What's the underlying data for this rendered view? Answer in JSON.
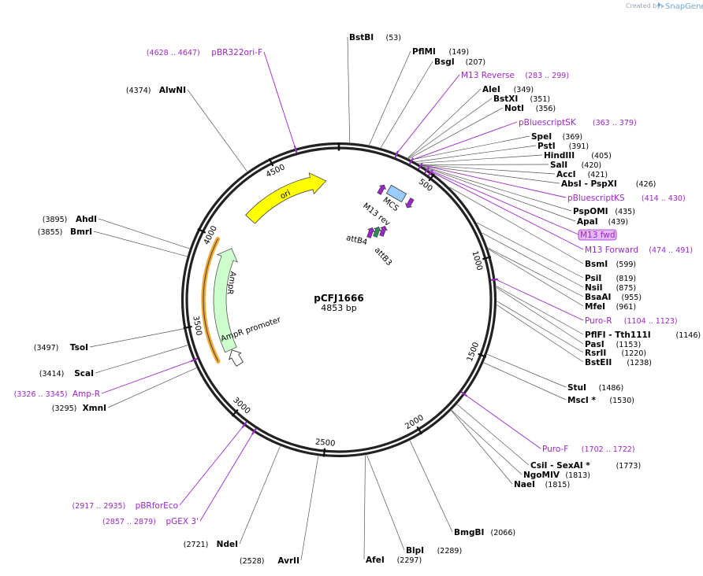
{
  "plasmid": {
    "name": "pCFJ1666",
    "size": "4853 bp",
    "length": 4853
  },
  "branding": {
    "created_by": "Created by",
    "product": "SnapGene"
  },
  "ticks": [
    {
      "pos": 500,
      "label": "500"
    },
    {
      "pos": 1000,
      "label": "1000"
    },
    {
      "pos": 1500,
      "label": "1500"
    },
    {
      "pos": 2000,
      "label": "2000"
    },
    {
      "pos": 2500,
      "label": "2500"
    },
    {
      "pos": 3000,
      "label": "3000"
    },
    {
      "pos": 3500,
      "label": "3500"
    },
    {
      "pos": 4000,
      "label": "4000"
    },
    {
      "pos": 4500,
      "label": "4500"
    }
  ],
  "enzymes": [
    {
      "name": "BstBI",
      "pos": "(53)",
      "site": 53,
      "side": "right",
      "row": 0
    },
    {
      "name": "PflMI",
      "pos": "(149)",
      "site": 149,
      "side": "right",
      "row": 1
    },
    {
      "name": "BsgI",
      "pos": "(207)",
      "site": 207,
      "side": "right",
      "row": 2
    },
    {
      "name": "AleI",
      "pos": "(349)",
      "site": 349,
      "side": "right",
      "row": 4
    },
    {
      "name": "BstXI",
      "pos": "(351)",
      "site": 351,
      "side": "right",
      "row": 5
    },
    {
      "name": "NotI",
      "pos": "(356)",
      "site": 356,
      "side": "right",
      "row": 6
    },
    {
      "name": "SpeI",
      "pos": "(369)",
      "site": 369,
      "side": "right",
      "row": 8
    },
    {
      "name": "PstI",
      "pos": "(391)",
      "site": 391,
      "side": "right",
      "row": 9
    },
    {
      "name": "HindIII",
      "pos": "(405)",
      "site": 405,
      "side": "right",
      "row": 10
    },
    {
      "name": "SalI",
      "pos": "(420)",
      "site": 420,
      "side": "right",
      "row": 11
    },
    {
      "name": "AccI",
      "pos": "(421)",
      "site": 421,
      "side": "right",
      "row": 12
    },
    {
      "name": "AbsI - PspXI",
      "pos": "(426)",
      "site": 426,
      "side": "right",
      "row": 13
    },
    {
      "name": "PspOMI",
      "pos": "(435)",
      "site": 435,
      "side": "right",
      "row": 15
    },
    {
      "name": "ApaI",
      "pos": "(439)",
      "site": 439,
      "side": "right",
      "row": 16
    },
    {
      "name": "BsmI",
      "pos": "(599)",
      "site": 599,
      "side": "right",
      "row": 19
    },
    {
      "name": "PsiI",
      "pos": "(819)",
      "site": 819,
      "side": "right",
      "row": 20
    },
    {
      "name": "NsiI",
      "pos": "(875)",
      "site": 875,
      "side": "right",
      "row": 21
    },
    {
      "name": "BsaAI",
      "pos": "(955)",
      "site": 955,
      "side": "right",
      "row": 22
    },
    {
      "name": "MfeI",
      "pos": "(961)",
      "site": 961,
      "side": "right",
      "row": 23
    },
    {
      "name": "PflFI - Tth111I",
      "pos": "(1146)",
      "site": 1146,
      "side": "right",
      "row": 25
    },
    {
      "name": "PasI",
      "pos": "(1153)",
      "site": 1153,
      "side": "right",
      "row": 26
    },
    {
      "name": "RsrII",
      "pos": "(1220)",
      "site": 1220,
      "side": "right",
      "row": 27
    },
    {
      "name": "BstEII",
      "pos": "(1238)",
      "site": 1238,
      "side": "right",
      "row": 28
    },
    {
      "name": "StuI",
      "pos": "(1486)",
      "site": 1486,
      "side": "right",
      "row": 31
    },
    {
      "name": "MscI *",
      "pos": "(1530)",
      "site": 1530,
      "side": "right",
      "row": 32
    },
    {
      "name": "CsiI - SexAI *",
      "pos": "(1773)",
      "site": 1773,
      "side": "right",
      "row": 35
    },
    {
      "name": "NgoMIV",
      "pos": "(1813)",
      "site": 1813,
      "side": "right",
      "row": 36
    },
    {
      "name": "NaeI",
      "pos": "(1815)",
      "site": 1815,
      "side": "right",
      "row": 37
    },
    {
      "name": "BmgBI",
      "pos": "(2066)",
      "site": 2066,
      "side": "right",
      "row": 40
    },
    {
      "name": "BlpI",
      "pos": "(2289)",
      "site": 2289,
      "side": "right",
      "row": 42
    },
    {
      "name": "AfeI",
      "pos": "(2297)",
      "site": 2297,
      "side": "right",
      "row": 43
    },
    {
      "name": "AvrII",
      "pos": "(2528)",
      "site": 2528,
      "side": "left",
      "row": 43
    },
    {
      "name": "NdeI",
      "pos": "(2721)",
      "site": 2721,
      "side": "left",
      "row": 41
    },
    {
      "name": "XmnI",
      "pos": "(3295)",
      "site": 3295,
      "side": "left",
      "row": 30
    },
    {
      "name": "ScaI",
      "pos": "(3414)",
      "site": 3414,
      "side": "left",
      "row": 28
    },
    {
      "name": "TsoI",
      "pos": "(3497)",
      "site": 3497,
      "side": "left",
      "row": 25
    },
    {
      "name": "BmrI",
      "pos": "(3855)",
      "site": 3855,
      "side": "left",
      "row": 17
    },
    {
      "name": "AhdI",
      "pos": "(3895)",
      "site": 3895,
      "side": "left",
      "row": 16
    },
    {
      "name": "AlwNI",
      "pos": "(4374)",
      "site": 4374,
      "side": "left",
      "row": 5
    }
  ],
  "primers": [
    {
      "name": "M13 Reverse",
      "pos": "(283 .. 299)",
      "site": 291,
      "side": "right",
      "row": 3
    },
    {
      "name": "pBluescriptSK",
      "pos": "(363 .. 379)",
      "site": 371,
      "side": "right",
      "row": 7
    },
    {
      "name": "pBluescriptKS",
      "pos": "(414 .. 430)",
      "site": 422,
      "side": "right",
      "row": 14
    },
    {
      "name": "M13 fwd",
      "pos": "",
      "site": 460,
      "side": "right",
      "row": 17,
      "boxed": true
    },
    {
      "name": "M13 Forward",
      "pos": "(474 .. 491)",
      "site": 482,
      "side": "right",
      "row": 18
    },
    {
      "name": "Puro-R",
      "pos": "(1104 .. 1123)",
      "site": 1113,
      "side": "right",
      "row": 24
    },
    {
      "name": "Puro-F",
      "pos": "(1702 .. 1722)",
      "site": 1712,
      "side": "right",
      "row": 34
    },
    {
      "name": "pBRforEco",
      "pos": "(2917 .. 2935)",
      "site": 2926,
      "side": "left",
      "row": 37
    },
    {
      "name": "pGEX 3'",
      "pos": "(2857 .. 2879)",
      "site": 2868,
      "side": "left",
      "row": 38
    },
    {
      "name": "Amp-R",
      "pos": "(3326 .. 3345)",
      "site": 3335,
      "side": "left",
      "row": 29
    },
    {
      "name": "pBR322ori-F",
      "pos": "(4628 .. 4647)",
      "site": 4637,
      "side": "left",
      "row": 1
    }
  ],
  "features": {
    "ori": {
      "label": "ori",
      "color": "#ffff00"
    },
    "ampr": {
      "label": "AmpR",
      "color": "#ccffcc"
    },
    "ampr_promoter": {
      "label": "AmpR promoter",
      "color": "#ffffff"
    },
    "mcs": {
      "label": "MCS",
      "color": "#99ccff"
    },
    "m13_rev": {
      "label": "M13 rev"
    },
    "attb4": {
      "label": "attB4"
    },
    "attb3": {
      "label": "attB3"
    }
  },
  "colors": {
    "backbone": "#222222",
    "primer": "#9c27c9",
    "highlight": "#f0a830",
    "label_box": "#e6b8f5"
  }
}
